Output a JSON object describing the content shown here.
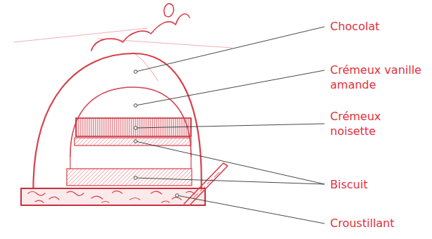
{
  "diagram": {
    "labels": [
      "Chocolat",
      "Crémeux vanille amande",
      "Crémeux noisette",
      "Biscuit",
      "Croustillant"
    ]
  }
}
